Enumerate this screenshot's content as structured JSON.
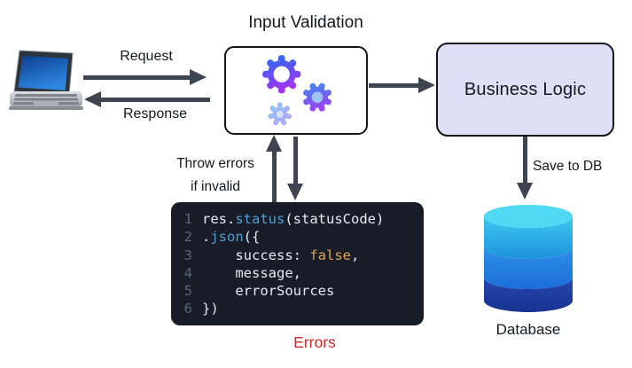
{
  "diagram": {
    "title": "Input Validation",
    "labels": {
      "request": "Request",
      "response": "Response",
      "business_logic": "Business Logic",
      "throw_errors_line1": "Throw errors",
      "throw_errors_line2": "if invalid",
      "save_to_db": "Save to DB",
      "database": "Database",
      "errors": "Errors"
    },
    "icons": {
      "client": "laptop-icon",
      "validation": "gears-icon",
      "storage": "database-cylinder-icon"
    },
    "colors": {
      "arrow": "#3e4450",
      "box_border": "#14161a",
      "business_logic_fill": "#e0def7",
      "validation_box_fill": "#ffffff",
      "gear_gradient_start": "#2e68f2",
      "gear_gradient_end": "#ae2ef2",
      "code_background": "#171c26",
      "code_text": "#e8eaf0",
      "code_keyword_blue": "#4f9fdb",
      "code_literal_orange": "#dfa458",
      "code_line_number": "#5c6575",
      "errors_red": "#cd2727",
      "db_top_ellipse": "#4fd9f2",
      "db_upper_band": "#24a7e4",
      "db_middle_band": "#1f7ce2",
      "db_bottom_band": "#1d3ea6"
    }
  },
  "code_block": {
    "lines": [
      {
        "num": "1",
        "segments": [
          {
            "text": "res.",
            "color": "fg"
          },
          {
            "text": "status",
            "color": "blue"
          },
          {
            "text": "(statusCode)",
            "color": "fg"
          }
        ]
      },
      {
        "num": "2",
        "segments": [
          {
            "text": ".",
            "color": "fg"
          },
          {
            "text": "json",
            "color": "blue"
          },
          {
            "text": "({",
            "color": "fg"
          }
        ]
      },
      {
        "num": "3",
        "segments": [
          {
            "text": "    success: ",
            "color": "fg"
          },
          {
            "text": "false",
            "color": "orange"
          },
          {
            "text": ",",
            "color": "fg"
          }
        ]
      },
      {
        "num": "4",
        "segments": [
          {
            "text": "    message,",
            "color": "fg"
          }
        ]
      },
      {
        "num": "5",
        "segments": [
          {
            "text": "    errorSources",
            "color": "fg"
          }
        ]
      },
      {
        "num": "6",
        "segments": [
          {
            "text": "})",
            "color": "fg"
          }
        ]
      }
    ]
  }
}
